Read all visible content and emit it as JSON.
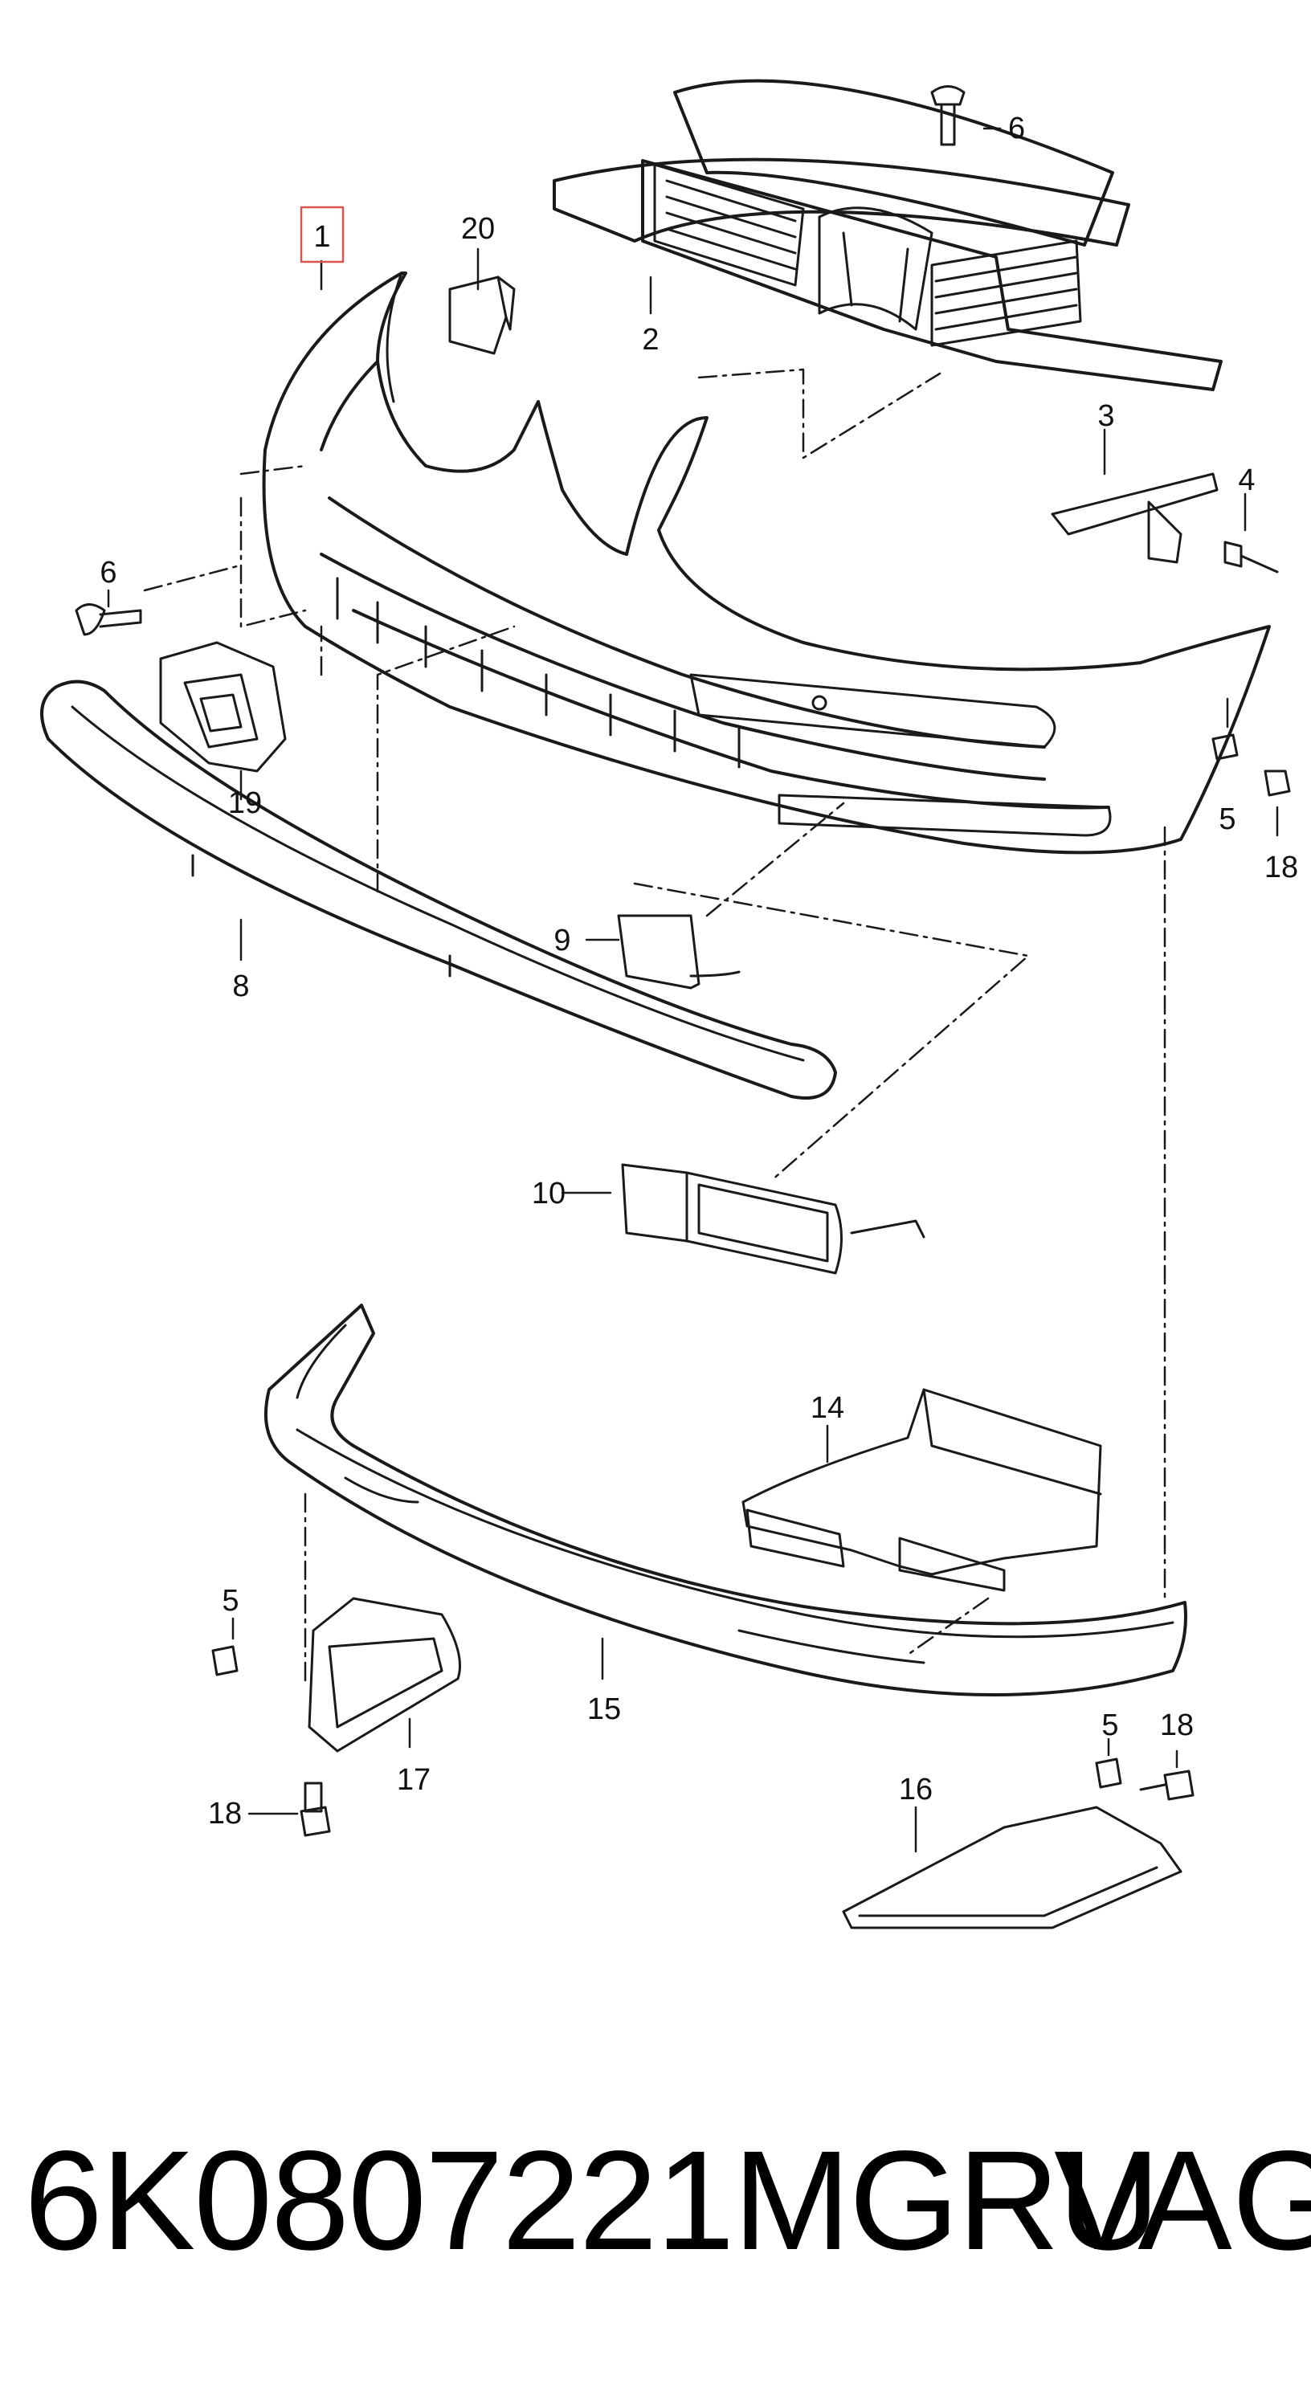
{
  "diagram": {
    "labels": {
      "p1": "1",
      "p2": "2",
      "p3": "3",
      "p4": "4",
      "p5a": "5",
      "p5b": "5",
      "p5c": "5",
      "p6a": "6",
      "p6b": "6",
      "p8": "8",
      "p9": "9",
      "p10": "10",
      "p14": "14",
      "p15": "15",
      "p16": "16",
      "p17": "17",
      "p18a": "18",
      "p18b": "18",
      "p18c": "18",
      "p19": "19",
      "p20": "20"
    },
    "highlight_color": "#d9534f",
    "line_color": "#1a1a1a"
  },
  "footer": {
    "part_number": "6K0807221MGRU",
    "brand": "VAG"
  }
}
